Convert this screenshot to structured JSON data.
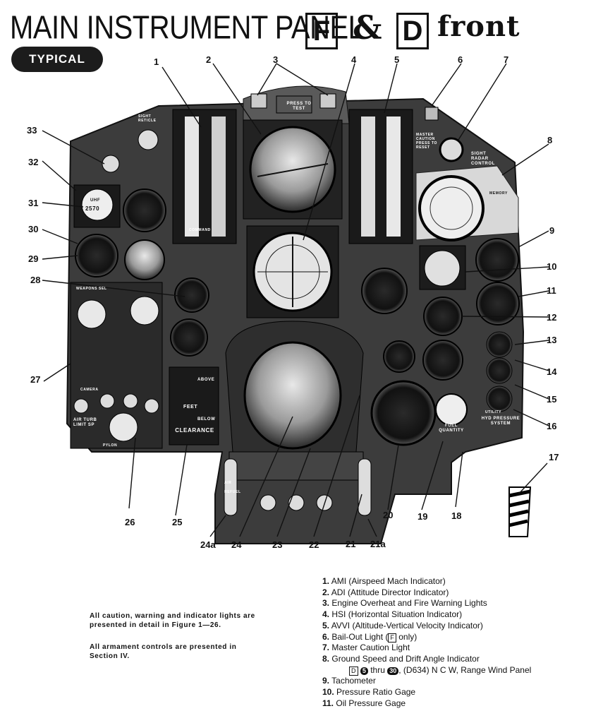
{
  "header": {
    "title": "MAIN INSTRUMENT PANEL",
    "box_left": "F",
    "amp": "&",
    "box_right": "D",
    "suffix": "front",
    "badge": "TYPICAL"
  },
  "callouts": [
    "1",
    "2",
    "3",
    "4",
    "5",
    "6",
    "7",
    "8",
    "9",
    "10",
    "11",
    "12",
    "13",
    "14",
    "15",
    "16",
    "17",
    "18",
    "19",
    "20",
    "21",
    "21a",
    "22",
    "23",
    "24",
    "24a",
    "25",
    "26",
    "27",
    "28",
    "29",
    "30",
    "31",
    "32",
    "33"
  ],
  "notes": {
    "caution": "All caution, warning and indicator lights are presented in detail in Figure 1—26.",
    "armament": "All armament controls are presented in Section IV."
  },
  "legend": [
    {
      "num": "1.",
      "text": "AMI (Airspeed Mach Indicator)"
    },
    {
      "num": "2.",
      "text": "ADI (Attitude Director Indicator)"
    },
    {
      "num": "3.",
      "text": "Engine Overheat and Fire Warning Lights"
    },
    {
      "num": "4.",
      "text": "HSI (Horizontal Situation Indicator)"
    },
    {
      "num": "5.",
      "text": "AVVI (Altitude-Vertical Velocity Indicator)"
    },
    {
      "num": "6.",
      "text": "Bail-Out Light (",
      "tag": "F",
      "after": " only)"
    },
    {
      "num": "7.",
      "text": "Master Caution Light"
    },
    {
      "num": "8.",
      "text": "Ground Speed and Drift Angle Indicator"
    },
    {
      "num": "9.",
      "text": "Tachometer"
    },
    {
      "num": "10.",
      "text": "Pressure Ratio Gage"
    },
    {
      "num": "11.",
      "text": "Oil Pressure Gage"
    }
  ],
  "legend_sub": {
    "tag": "D",
    "from": "5",
    "thru": "thru",
    "to": "30",
    "rest": ", (D634) N C W, Range Wind Panel"
  },
  "panel_labels": {
    "press_to_test": "PRESS TO TEST",
    "clearance": "CLEARANCE",
    "feet": "FEET",
    "above": "ABOVE",
    "below": "BELOW",
    "uhf": "UHF",
    "uhf_readout": "2570",
    "fuel_quantity": "FUEL QUANTITY",
    "hyd_pressure": "HYD PRESSURE SYSTEM",
    "utility": "UTILITY",
    "air_turb": "AIR TURB LIMIT SP",
    "master_caution": "MASTER CAUTION PRESS TO RESET",
    "sight_radar": "SIGHT RADAR CONTROL",
    "weapons_sel": "WEAPONS SEL",
    "sight_reticle": "SIGHT RETICLE",
    "memory": "MEMORY",
    "camera": "CAMERA",
    "pylon": "PYLON",
    "air_refuel": "AIR REFUEL",
    "command": "COMMAND"
  }
}
